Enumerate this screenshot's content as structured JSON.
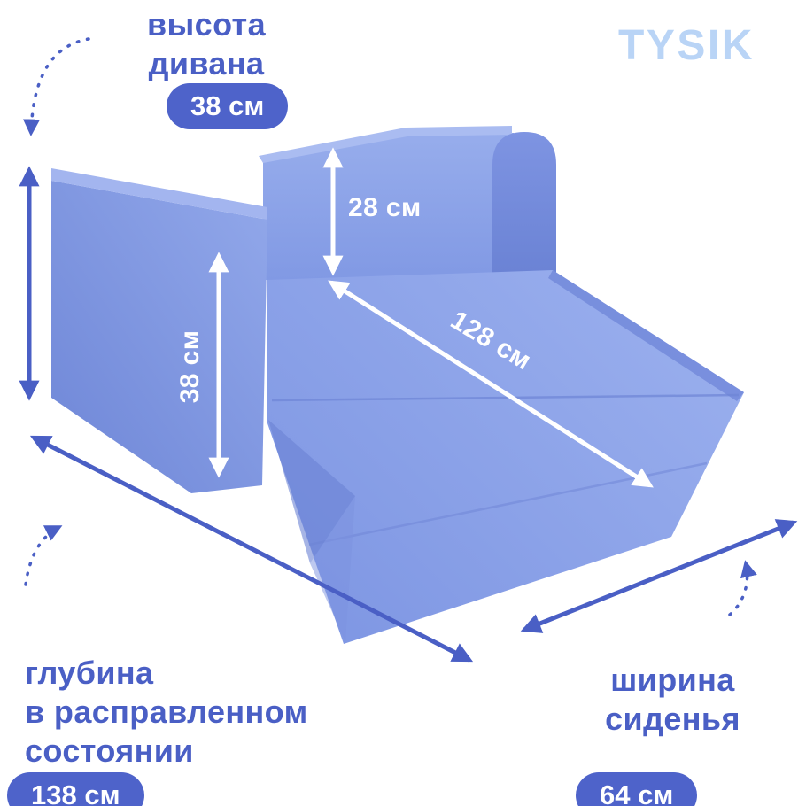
{
  "brand": {
    "logo_text": "TYSIK"
  },
  "annotations": {
    "sofa_height": {
      "lines": [
        "высота",
        "дивана"
      ],
      "value": "38 см"
    },
    "back_height": {
      "value": "28 см"
    },
    "bed_length": {
      "value": "128 см"
    },
    "armrest_height": {
      "value": "38 см"
    },
    "unfolded_depth": {
      "lines": [
        "глубина",
        "в расправленном",
        "состоянии"
      ],
      "value": "138 см"
    },
    "seat_width": {
      "lines": [
        "ширина",
        "сиденья"
      ],
      "value": "64 см"
    }
  },
  "colors": {
    "text": "#4a5fc5",
    "badge_bg": "#4e63ca",
    "badge_text": "#ffffff",
    "logo": "#b9d4f6",
    "sofa_light": "#9bb0ee",
    "sofa_mid": "#8aa1e7",
    "sofa_dark": "#6a82d4",
    "arrow_outside": "#4a5fc5",
    "arrow_on_sofa": "#ffffff",
    "background": "#ffffff"
  }
}
